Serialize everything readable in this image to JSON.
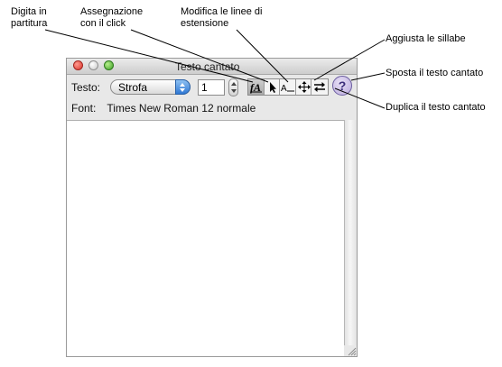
{
  "callouts": {
    "digita": "Digita in\npartitura",
    "assegnazione": "Assegnazione\ncon il click",
    "modifica": "Modifica le linee di\nestensione",
    "aggiusta": "Aggiusta le sillabe",
    "sposta": "Sposta il testo cantato",
    "duplica": "Duplica il testo cantato"
  },
  "window": {
    "title": "Testo cantato",
    "testo_label": "Testo:",
    "selected_type": "Strofa",
    "number": "1",
    "font_label": "Font:",
    "font_value": "Times New Roman 12 normale",
    "help_glyph": "?"
  },
  "icons": {
    "type_into_score": "type-into-score-icon",
    "click_assignment": "arrow-pointer-icon",
    "edit_extension": "extension-line-icon",
    "adjust_syllables": "four-way-arrow-icon",
    "shift_lyrics": "swap-arrows-icon",
    "clone_lyrics": "clone-icon",
    "help": "help-icon"
  }
}
